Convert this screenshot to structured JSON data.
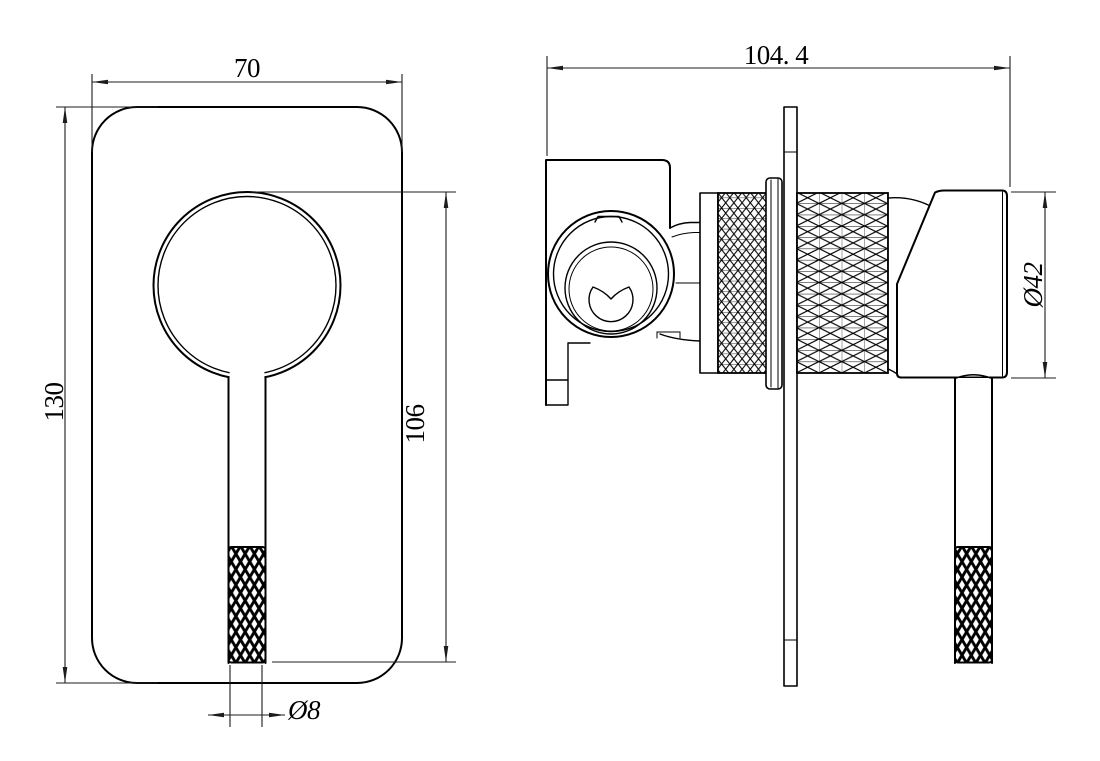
{
  "colors": {
    "background": "#ffffff",
    "object_lines": "#000000",
    "dimension_lines": "#1c1c1c"
  },
  "front_view": {
    "dims": {
      "plate_width": "70",
      "plate_height": "130",
      "handle_length": "106",
      "handle_diameter": "Ø8"
    }
  },
  "side_view": {
    "dims": {
      "depth": "104. 4",
      "trim_diameter": "Ø42"
    }
  }
}
